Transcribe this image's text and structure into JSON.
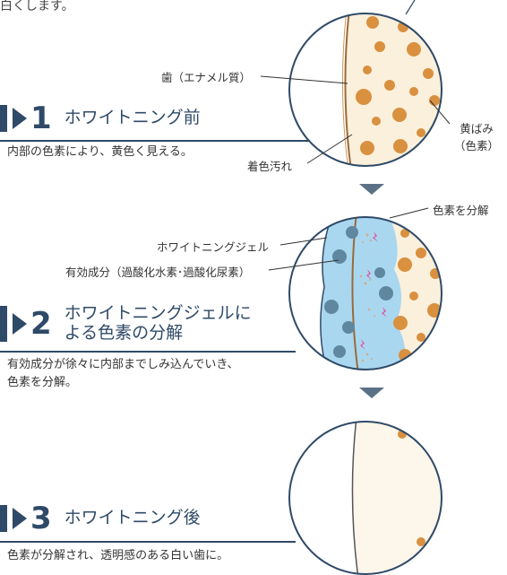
{
  "intro_fragment": "白くします。",
  "steps": [
    {
      "num": "1",
      "title_lines": [
        "ホワイトニング前"
      ],
      "desc_lines": [
        "内部の色素により、黄色く見える。"
      ]
    },
    {
      "num": "2",
      "title_lines": [
        "ホワイトニングジェルに",
        "よる色素の分解"
      ],
      "desc_lines": [
        "有効成分が徐々に内部までしみ込んでいき、",
        "色素を分解。"
      ]
    },
    {
      "num": "3",
      "title_lines": [
        "ホワイトニング後"
      ],
      "desc_lines": [
        "色素が分解され、透明感のある白い歯に。"
      ]
    }
  ],
  "labels": {
    "enamel": "歯（エナメル質）",
    "yellowing_line1": "黄ばみ",
    "yellowing_line2": "（色素）",
    "stain": "着色汚れ",
    "pigment_decompose": "色素を分解",
    "gel": "ホワイトニングジェル",
    "active_ingredient": "有効成分（過酸化水素･過酸化尿素）"
  },
  "colors": {
    "navy": "#2f4a68",
    "circle_border": "#2f4a68",
    "tooth_cream": "#fbf0dc",
    "pigment": "#d9903f",
    "gel_blue": "#a9d7f0",
    "ingredient": "#5f87a0",
    "arrow": "#5b7187",
    "spark": "#e0509a"
  }
}
